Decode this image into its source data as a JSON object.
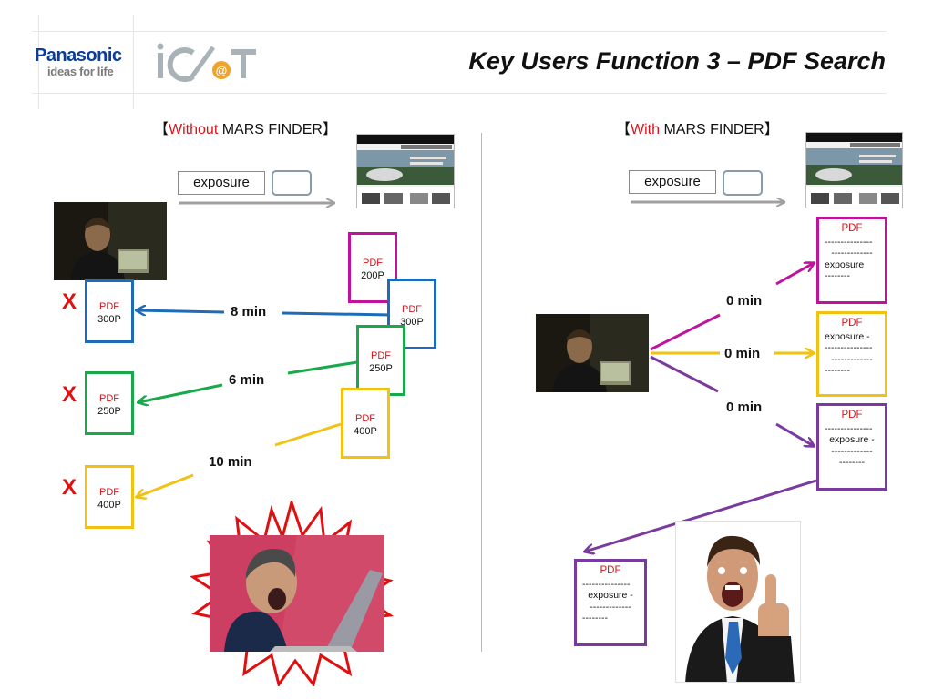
{
  "header": {
    "brand_name": "Panasonic",
    "brand_tagline": "ideas for life",
    "logo_text": "iC@T",
    "title": "Key Users Function 3 – PDF Search"
  },
  "without": {
    "heading_open": "【",
    "heading_highlight": "Without",
    "heading_rest": " MARS FINDER】",
    "search_term": "exposure",
    "site_pdfs": [
      {
        "label": "PDF",
        "pages": "200P",
        "color": "#c0139b"
      },
      {
        "label": "PDF",
        "pages": "300P",
        "color": "#1e6bb8"
      },
      {
        "label": "PDF",
        "pages": "250P",
        "color": "#19a84a"
      },
      {
        "label": "PDF",
        "pages": "400P",
        "color": "#f2c212"
      }
    ],
    "downloaded": [
      {
        "mark": "X",
        "label": "PDF",
        "pages": "300P",
        "color": "#1e6bb8",
        "time": "8 min"
      },
      {
        "mark": "X",
        "label": "PDF",
        "pages": "250P",
        "color": "#19a84a",
        "time": "6 min"
      },
      {
        "mark": "X",
        "label": "PDF",
        "pages": "400P",
        "color": "#f2c212",
        "time": "10 min"
      }
    ]
  },
  "with": {
    "heading_open": "【",
    "heading_highlight": "With",
    "heading_rest": " MARS FINDER】",
    "search_term": "exposure",
    "results": [
      {
        "label": "PDF",
        "color": "#c0139b",
        "time": "0 min",
        "lines": [
          "---------------",
          "-------------",
          "exposure",
          "--------"
        ]
      },
      {
        "label": "PDF",
        "color": "#f2c212",
        "time": "0 min",
        "lines": [
          "exposure -",
          "---------------",
          "-------------",
          "--------"
        ]
      },
      {
        "label": "PDF",
        "color": "#7a3aa0",
        "time": "0 min",
        "lines": [
          "---------------",
          "exposure -",
          "-------------",
          "--------"
        ]
      }
    ],
    "final_doc": {
      "label": "PDF",
      "color": "#7a3aa0",
      "lines": [
        "---------------",
        "exposure -",
        "-------------",
        "--------"
      ]
    }
  },
  "colors": {
    "magenta": "#c0139b",
    "blue": "#1e6bb8",
    "green": "#19a84a",
    "yellow": "#f2c212",
    "purple": "#7a3aa0",
    "gray_arrow": "#a0a0a0",
    "red": "#e01010",
    "brand_blue": "#0a3d9c"
  },
  "icons": [
    "panasonic-logo",
    "icat-logo",
    "website-screenshot",
    "user-photo",
    "angry-user-burst",
    "happy-user-thumbs-up"
  ]
}
